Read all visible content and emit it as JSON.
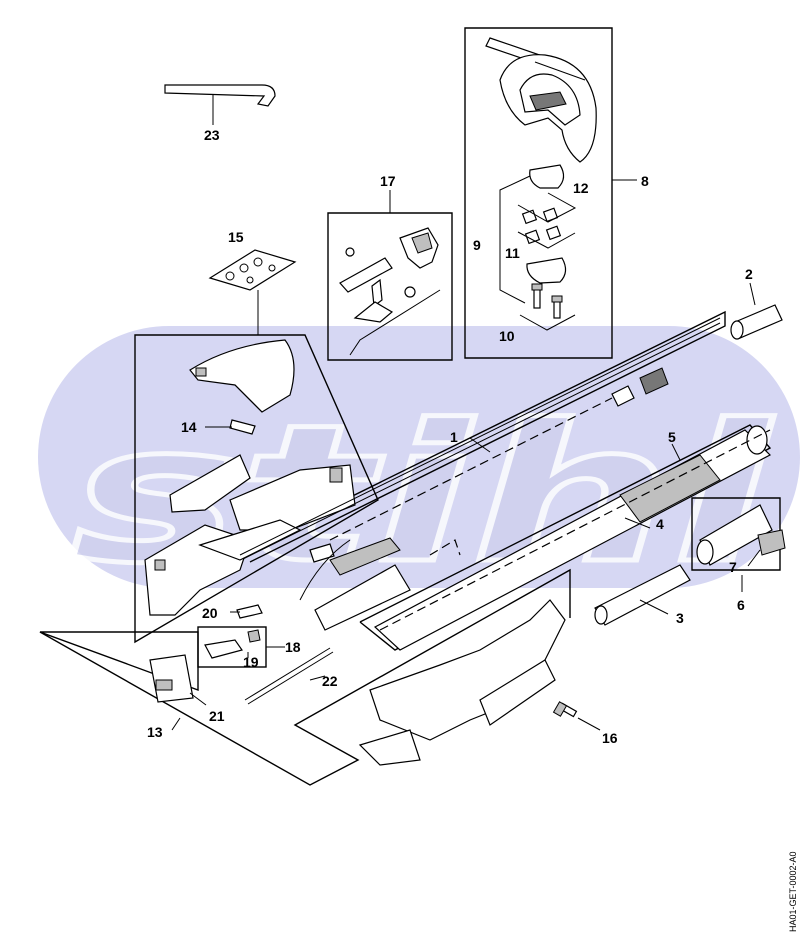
{
  "watermark": "stihl",
  "drawing_code": "HA01-GET-0002-A0",
  "labels": [
    "1",
    "2",
    "3",
    "4",
    "5",
    "6",
    "7",
    "8",
    "9",
    "10",
    "11",
    "12",
    "13",
    "14",
    "15",
    "16",
    "17",
    "18",
    "19",
    "20",
    "21",
    "22",
    "23"
  ]
}
